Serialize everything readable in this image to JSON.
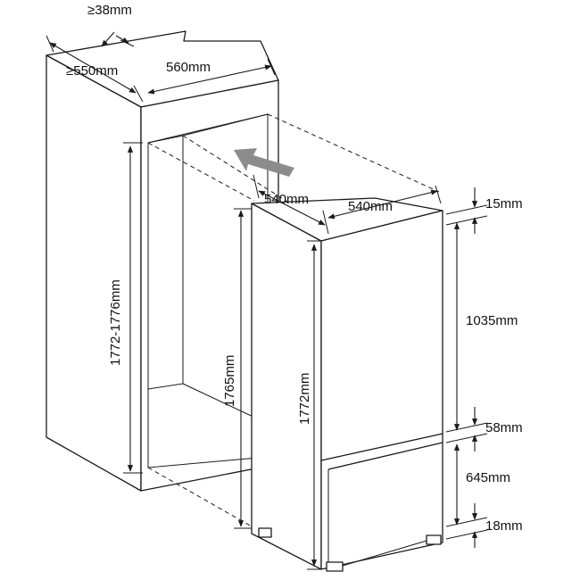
{
  "colors": {
    "line": "#1a1a1a",
    "arrow": "#8c8c8c",
    "background": "#ffffff"
  },
  "icons": {
    "insert_arrow": "arrow-up-left-icon"
  },
  "labels": {
    "vent_gap": "≥38mm",
    "cabinet_depth": "≥550mm",
    "cabinet_width": "560mm",
    "niche_height": "1772-1776mm",
    "appliance_depth": "540mm",
    "appliance_width": "540mm",
    "appliance_side_height": "1765mm",
    "appliance_height": "1772mm",
    "top_gap": "15mm",
    "upper_door": "1035mm",
    "door_gap": "58mm",
    "lower_door": "645mm",
    "bottom_gap": "18mm"
  }
}
